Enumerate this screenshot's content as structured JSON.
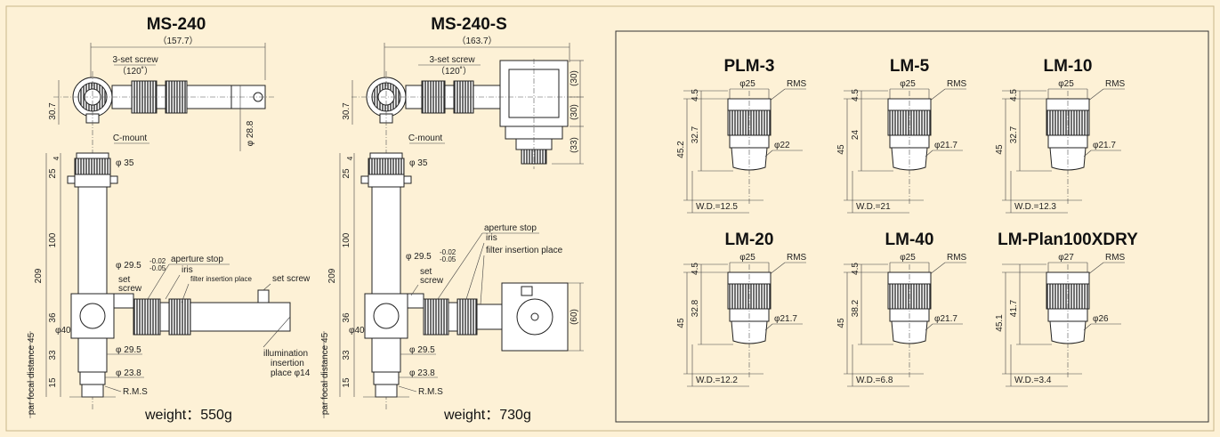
{
  "ms240": {
    "title": "MS-240",
    "overall_width": "（157.7）",
    "set_screw_3": "3-set screw",
    "angle": "（120˚）",
    "dim_30_7": "30.7",
    "dim_phi28_8": "φ 28.8",
    "c_mount": "C-mount",
    "phi35": "φ 35",
    "dim_4": "4",
    "dim_25": "25",
    "dim_100": "100",
    "dim_209": "209",
    "dim_36": "36",
    "dim_33": "33",
    "dim_15": "15",
    "par_focal": "par focal distance 45",
    "phi29_5_tol": "φ 29.5",
    "tol_upper": "-0.02",
    "tol_lower": "-0.05",
    "aperture_stop": "aperture stop",
    "iris": "iris",
    "filter_insertion": "filter insertion place",
    "set_screw": "set screw",
    "set_screw_left_1": "set",
    "set_screw_left_2": "screw",
    "phi40": "φ40",
    "phi29_5": "φ 29.5",
    "phi23_8": "φ 23.8",
    "rms": "R.M.S",
    "illum_1": "illumination",
    "illum_2": "insertion",
    "illum_3": "place φ14",
    "weight": "weight：550g"
  },
  "ms240s": {
    "title": "MS-240-S",
    "overall_width": "（163.7）",
    "set_screw_3": "3-set screw",
    "angle": "（120˚）",
    "dim_30_7": "30.7",
    "dim_30a": "(30)",
    "dim_30b": "(30)",
    "dim_33": "(33)",
    "c_mount": "C-mount",
    "phi35": "φ 35",
    "dim_4": "4",
    "dim_25": "25",
    "dim_100": "100",
    "dim_209": "209",
    "dim_36": "36",
    "dim_33b": "33",
    "dim_15": "15",
    "par_focal": "par focal distance 45",
    "phi29_5_tol": "φ 29.5",
    "tol_upper": "-0.02",
    "tol_lower": "-0.05",
    "aperture_stop": "aperture stop",
    "iris": "iris",
    "filter_insertion": "filter insertion place",
    "set_1": "set",
    "set_2": "screw",
    "phi40": "φ40",
    "phi29_5": "φ 29.5",
    "phi23_8": "φ 23.8",
    "rms": "R.M.S",
    "dim_60": "(60)",
    "weight": "weight：730g"
  },
  "lenses": [
    {
      "title": "PLM-3",
      "top": "4.5",
      "mid": "32.7",
      "total": "45.2",
      "phi_top": "φ25",
      "rms": "RMS",
      "phi_low": "φ22",
      "wd": "W.D.=12.5"
    },
    {
      "title": "LM-5",
      "top": "4.5",
      "mid": "24",
      "total": "45",
      "phi_top": "φ25",
      "rms": "RMS",
      "phi_low": "φ21.7",
      "wd": "W.D.=21"
    },
    {
      "title": "LM-10",
      "top": "4.5",
      "mid": "32.7",
      "total": "45",
      "phi_top": "φ25",
      "rms": "RMS",
      "phi_low": "φ21.7",
      "wd": "W.D.=12.3"
    },
    {
      "title": "LM-20",
      "top": "4.5",
      "mid": "32.8",
      "total": "45",
      "phi_top": "φ25",
      "rms": "RMS",
      "phi_low": "φ21.7",
      "wd": "W.D.=12.2"
    },
    {
      "title": "LM-40",
      "top": "4.5",
      "mid": "38.2",
      "total": "45",
      "phi_top": "φ25",
      "rms": "RMS",
      "phi_low": "φ21.7",
      "wd": "W.D.=6.8"
    },
    {
      "title": "LM-Plan100XDRY",
      "top": "",
      "mid": "41.7",
      "total": "45.1",
      "phi_top": "φ27",
      "rms": "RMS",
      "phi_low": "φ26",
      "wd": "W.D.=3.4"
    }
  ]
}
